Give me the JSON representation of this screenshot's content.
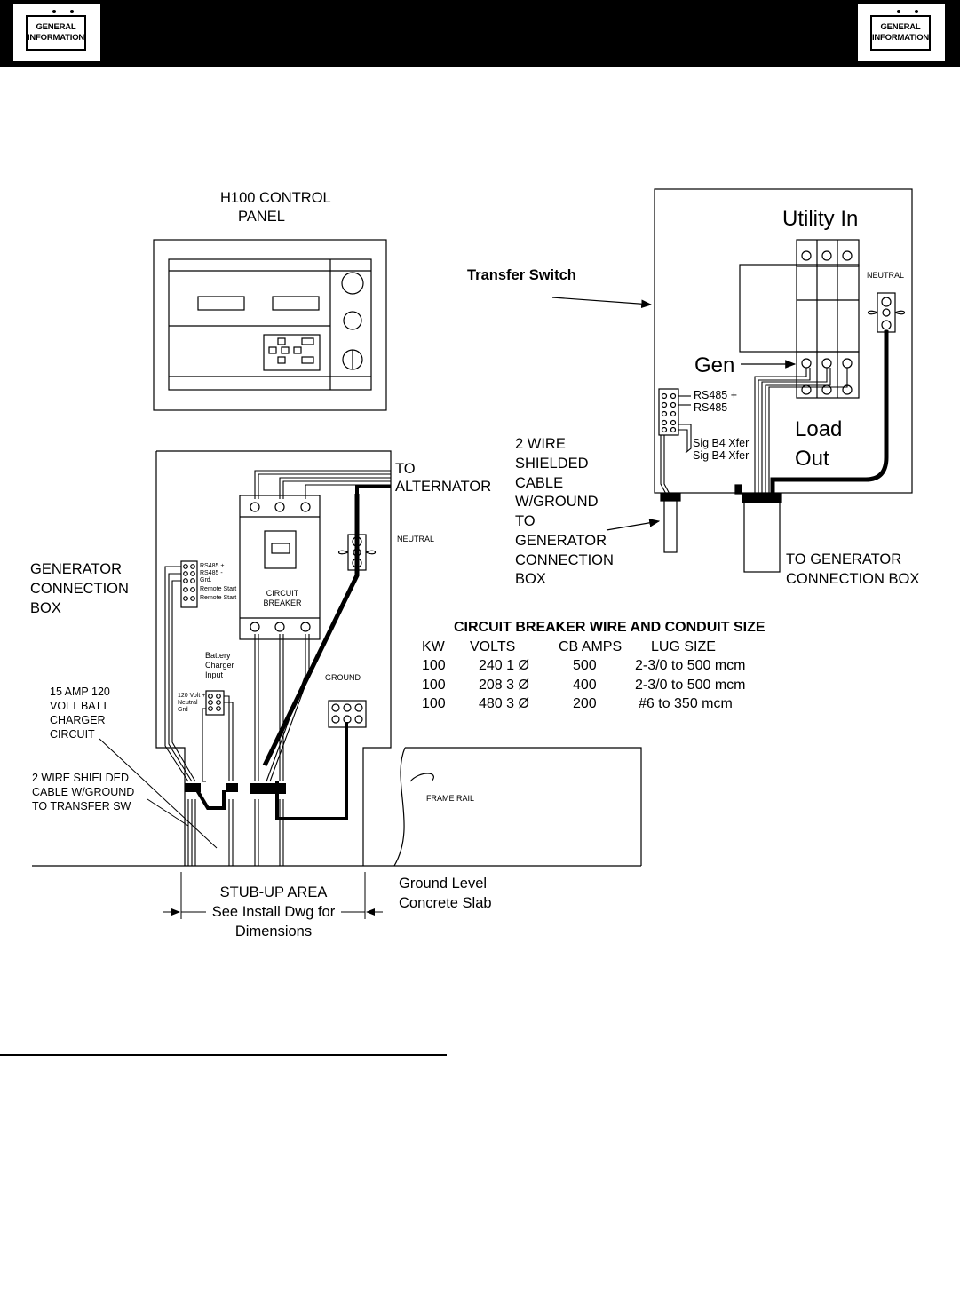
{
  "header": {
    "badge_left": {
      "line1": "GENERAL",
      "line2": "INFORMATION"
    },
    "badge_right": {
      "line1": "GENERAL",
      "line2": "INFORMATION"
    }
  },
  "labels": {
    "control_panel": {
      "line1": "H100   CONTROL",
      "line2": "PANEL"
    },
    "transfer_switch": "Transfer Switch",
    "utility_in": "Utility In",
    "neutral_ts": "NEUTRAL",
    "gen": "Gen",
    "rs485_plus_ts": "RS485 +",
    "rs485_minus_ts": "RS485 -",
    "sig_b4_xfer_1": "Sig B4 Xfer",
    "sig_b4_xfer_2": "Sig B4 Xfer",
    "load_out": {
      "line1": "Load",
      "line2": "Out"
    },
    "shielded_cable_ts": [
      "2 WIRE",
      "SHIELDED",
      "CABLE",
      "W/GROUND",
      "TO",
      "GENERATOR",
      "CONNECTION",
      "BOX"
    ],
    "to_gen_conn_box": {
      "line1": "TO GENERATOR",
      "line2": "CONNECTION BOX"
    },
    "to_alternator": {
      "line1": "TO",
      "line2": "ALTERNATOR"
    },
    "neutral_gen": "NEUTRAL",
    "gen_conn_box": [
      "GENERATOR",
      "CONNECTION",
      "BOX"
    ],
    "terminal_block_gen": [
      "RS485 +",
      "RS485 -",
      "Grd.",
      "Remote Start",
      "Remote Start"
    ],
    "circuit_breaker": {
      "line1": "CIRCUIT",
      "line2": "BREAKER"
    },
    "battery_charger_input": [
      "Battery",
      "Charger",
      "Input"
    ],
    "charger_terminals": [
      "120 Volt +",
      "Neutral",
      "Grd"
    ],
    "ground": "GROUND",
    "batt_charger_circuit": [
      "15 AMP 120",
      "VOLT BATT",
      "CHARGER",
      "CIRCUIT"
    ],
    "shielded_cable_gen": [
      "2 WIRE SHIELDED",
      "CABLE W/GROUND",
      "TO TRANSFER SW"
    ],
    "frame_rail": "FRAME RAIL",
    "stub_up_area": [
      "STUB-UP AREA",
      "See Install Dwg for",
      "Dimensions"
    ],
    "ground_level": [
      "Ground Level",
      "Concrete Slab"
    ]
  },
  "table": {
    "title": "CIRCUIT BREAKER WIRE AND CONDUIT SIZE",
    "columns": [
      "KW",
      "VOLTS",
      "CB AMPS",
      "LUG SIZE"
    ],
    "rows": [
      [
        "100",
        "240 1 Ø",
        "500",
        "2-3/0 to 500 mcm"
      ],
      [
        "100",
        "208 3 Ø",
        "400",
        "2-3/0 to 500 mcm"
      ],
      [
        "100",
        "480 3 Ø",
        "200",
        "#6 to 350 mcm"
      ]
    ]
  }
}
